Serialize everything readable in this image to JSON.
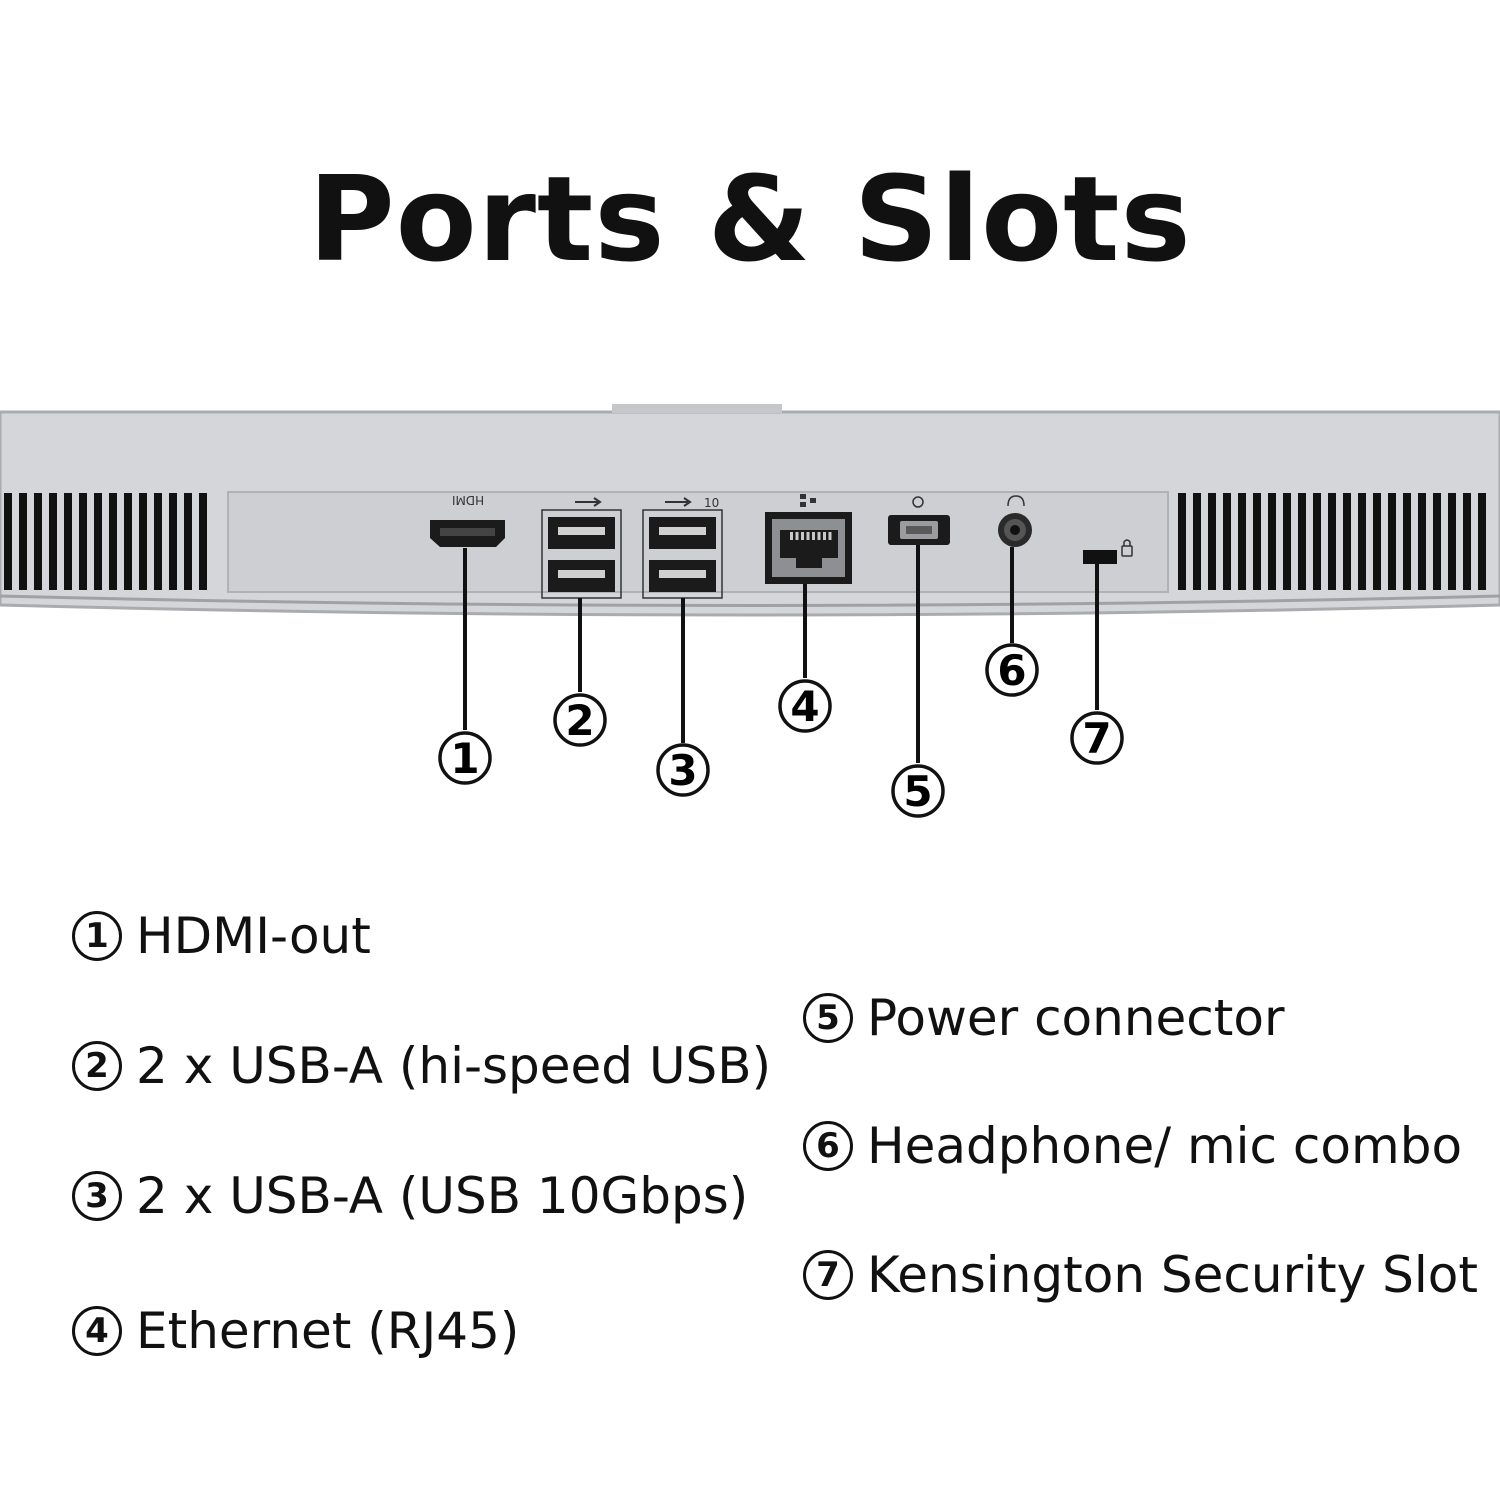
{
  "title": "Ports & Slots",
  "ports": [
    {
      "num": "1",
      "label": "HDMI-out",
      "icon": "hdmi-port-icon"
    },
    {
      "num": "2",
      "label": "2 x USB-A (hi-speed USB)",
      "icon": "usb-a-port-icon"
    },
    {
      "num": "3",
      "label": "2 x USB-A (USB 10Gbps)",
      "icon": "usb-a-port-icon"
    },
    {
      "num": "4",
      "label": "Ethernet (RJ45)",
      "icon": "ethernet-port-icon"
    },
    {
      "num": "5",
      "label": "Power connector",
      "icon": "power-connector-icon"
    },
    {
      "num": "6",
      "label": "Headphone/ mic combo",
      "icon": "audio-jack-icon"
    },
    {
      "num": "7",
      "label": "Kensington Security Slot",
      "icon": "lock-slot-icon"
    }
  ],
  "port_symbols": {
    "hdmi": "HDMI",
    "usb_fast": "10"
  },
  "colors": {
    "chassis": "#d2d4d8",
    "chassis_edge": "#a7a9ad",
    "panel": "#c9cbcf",
    "port_dark": "#1a1a1a"
  }
}
